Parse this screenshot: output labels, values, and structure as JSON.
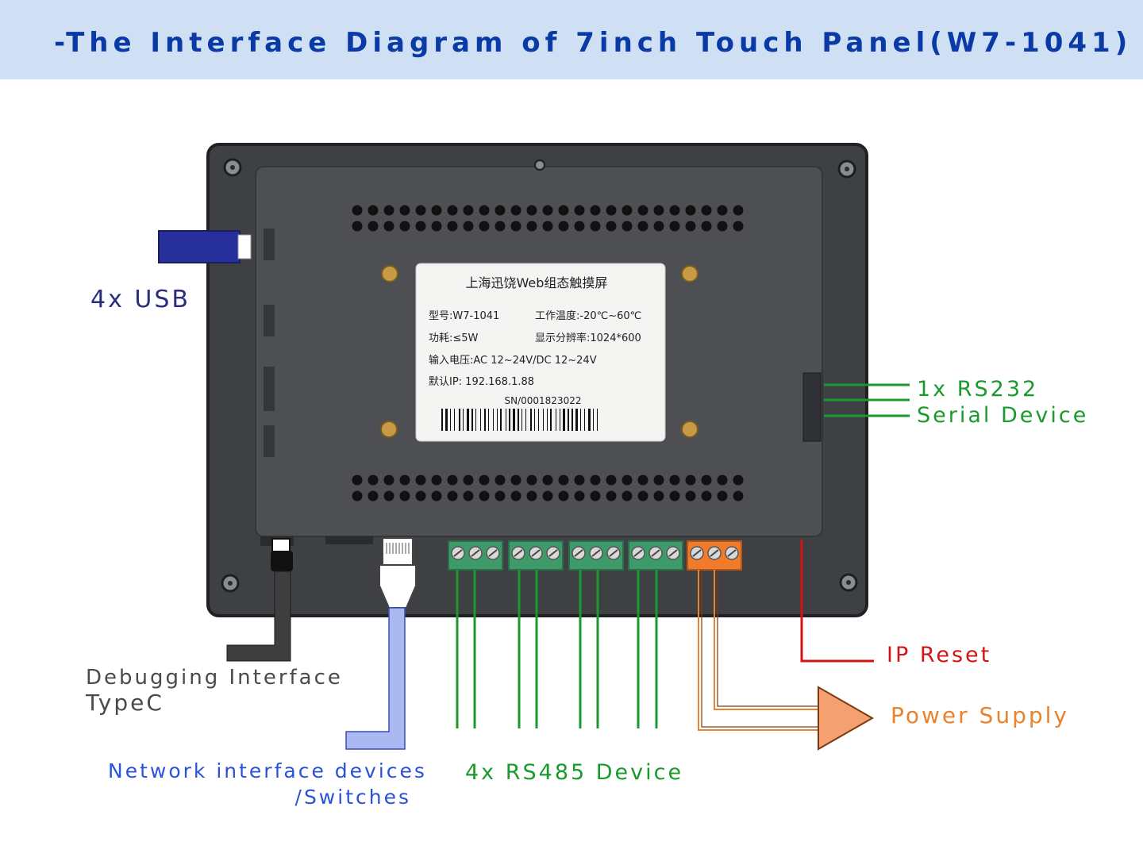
{
  "header": {
    "title": "-The Interface Diagram of 7inch Touch Panel(W7-1041)",
    "background": "#cfe0f5",
    "title_color": "#0a3aa6"
  },
  "labels": {
    "usb": "4x USB",
    "rs232_line1": "1x RS232",
    "rs232_line2": "Serial Device",
    "ip_reset": "IP Reset",
    "power_supply": "Power Supply",
    "debug_line1": "Debugging Interface",
    "debug_line2": "TypeC",
    "network_line1": "Network interface devices",
    "network_line2": "/Switches",
    "rs485": "4x RS485 Device"
  },
  "nameplate": {
    "title": "上海迅饶Web组态触摸屏",
    "model": "型号:W7-1041",
    "temperature": "工作温度:-20℃~60℃",
    "power": "功耗:≤5W",
    "resolution": "显示分辨率:1024*600",
    "input_voltage": "输入电压:AC 12~24V/DC 12~24V",
    "default_ip": "默认IP:  192.168.1.88",
    "serial": "SN/0001823022"
  },
  "colors": {
    "usb": "#2a2d7c",
    "rs232": "#1a9a2c",
    "rs485": "#1a9a2c",
    "ip_reset": "#d21414",
    "power": "#e8832e",
    "debug": "#4a4a4a",
    "network": "#2a52d8"
  }
}
